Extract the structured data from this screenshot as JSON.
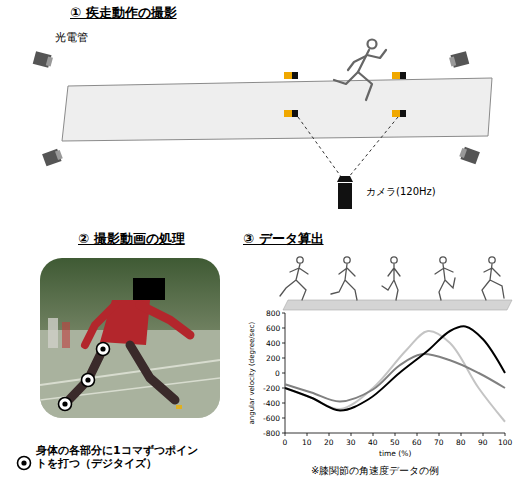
{
  "diagram": {
    "labels": [
      "① 疾走動作の撮影",
      "光電管",
      "カメラ(120Hz)",
      "② 撮影動画の処理",
      "③ データ算出",
      "身体の各部分に1コマずつポイントを打つ（デジタイズ）",
      "800",
      "600",
      "400",
      "200",
      "0",
      "-200",
      "-400",
      "-600",
      "-800",
      "0",
      "10",
      "20",
      "30",
      "40",
      "50",
      "60",
      "70",
      "80",
      "90",
      "100",
      "angular velocity (degree/sec)",
      "time (%)",
      "※膝関節の角速度データの例"
    ]
  }
}
